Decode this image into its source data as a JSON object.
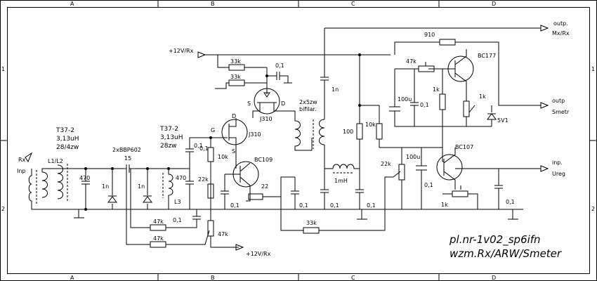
{
  "frame": {
    "columns": [
      "A",
      "B",
      "C",
      "D"
    ],
    "rows": [
      "1",
      "2"
    ]
  },
  "title": {
    "line1": "pl.nr-1v02_sp6ifn",
    "line2": "wzm.Rx/ARW/Smeter"
  },
  "rails": {
    "top": "+12V/Rx",
    "bottom": "+12V/Rx"
  },
  "ports": {
    "rx_in": [
      "Rx",
      "Inp"
    ],
    "outp_mx": [
      "outp.",
      "Mx/Rx"
    ],
    "outp_smetr": [
      "outp",
      "Smetr"
    ],
    "inp_ureg": [
      "inp.",
      "Ureg"
    ]
  },
  "transformers": {
    "l1": [
      "T37-2",
      "3,13uH",
      "28/4zw"
    ],
    "l1_tag": "L1/L2",
    "l3": [
      "T37-2",
      "3,13uH",
      "28zw"
    ],
    "l3_tag": "L3",
    "bifilar": [
      "2x5zw",
      "bifilar."
    ]
  },
  "diodes": {
    "varicap_pair": "2xBBP602",
    "zener": "5V1"
  },
  "transistors": {
    "j310_upper": "J310",
    "j310_lower": "J310",
    "bc109": "BC109",
    "bc177": "BC177",
    "bc107": "BC107"
  },
  "pins": {
    "s": "S",
    "d": "D",
    "g": "G",
    "d2": "D",
    "s2": "S"
  },
  "components": {
    "c470_a": "470",
    "c1n_a": "1n",
    "c15": "15",
    "c1n_b": "1n",
    "c470_b": "470",
    "c01_in": "0,1",
    "r33k_a": "33k",
    "r33k_b": "33k",
    "c01_top": "0,1",
    "r01_b": "0,1",
    "r10k": "10k",
    "r22k": "22k",
    "c01_c": "0,1",
    "c01_d": "0,1",
    "r22_label": "22",
    "c01_e": "0,1",
    "c01_f": "0,1",
    "r47k_a": "47k",
    "r47k_b": "47k",
    "r47k_pot": "47k",
    "r33k_long": "33k",
    "c1n_top": "1n",
    "c01_g": "0,1",
    "l1mh": "1mH",
    "r100": "100",
    "c01_h": "0,1",
    "r10k_b": "10k",
    "r910": "910",
    "r47k_d": "47k",
    "c100u_a": "100u",
    "c01_i": "0,1",
    "r1k_a": "1k",
    "r1k_b": "1k",
    "r22k_b": "22k",
    "c100u_b": "100u",
    "c01_j": "0,1",
    "r1k_c": "1k",
    "c01_k": "0,1"
  }
}
